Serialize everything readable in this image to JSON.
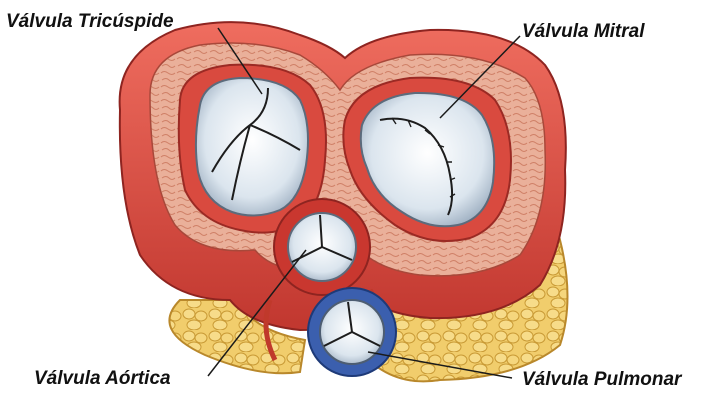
{
  "labels": {
    "tricuspid": "Válvula Tricúspide",
    "mitral": "Válvula Mitral",
    "aortic": "Válvula Aórtica",
    "pulmonary": "Válvula Pulmonar"
  },
  "colors": {
    "muscle": "#d9453c",
    "muscle_light": "#ef7a6b",
    "muscle_dark": "#a72b25",
    "tissue": "#e9a78c",
    "fat": "#f2cf6e",
    "fat_outline": "#c4932e",
    "valve_leaflet": "#d9e4ee",
    "pulmonary_ring": "#3b5fae"
  }
}
